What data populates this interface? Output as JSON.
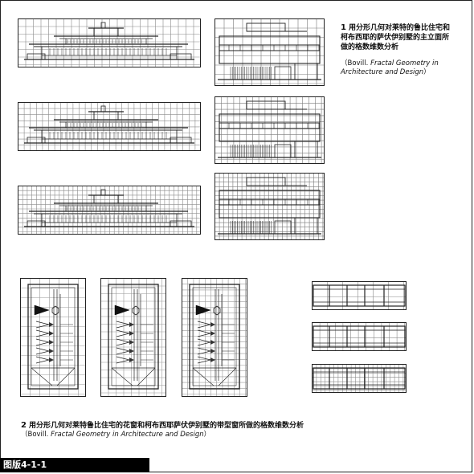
{
  "caption1": {
    "number": "1",
    "text_lines": [
      "用分形几何对莱特的鲁比住宅和",
      "柯布西耶的萨伏伊别墅的主立面所",
      "做的格数维数分析"
    ],
    "source_open": "（Bovill. ",
    "source_italic_1": "Fractal Geometry in",
    "source_italic_2": "Architecture and Design",
    "source_close": "）"
  },
  "caption2": {
    "number": "2",
    "text": "用分形几何对莱特鲁比住宅的花窗和柯布西耶萨伏伊别墅的带型窗所做的格数维数分析",
    "source_open": "（Bovill. ",
    "source_italic": "Fractal Geometry in Architecture and Design",
    "source_close": "）"
  },
  "plate_label": "图版4-1-1",
  "figures": {
    "robie_elevations": {
      "grid_levels": [
        "coarse",
        "medium",
        "fine"
      ],
      "image": "robie-house-elevation-drawing"
    },
    "savoye_elevations": {
      "grid_levels": [
        "coarse",
        "medium",
        "fine"
      ],
      "image": "villa-savoye-elevation-drawing"
    },
    "robie_windows": {
      "grid_levels": [
        "coarse",
        "medium",
        "fine"
      ],
      "image": "art-glass-window-drawing"
    },
    "savoye_strip_windows": {
      "grid_levels": [
        "coarse",
        "medium",
        "fine"
      ],
      "image": "strip-window-drawing"
    }
  }
}
